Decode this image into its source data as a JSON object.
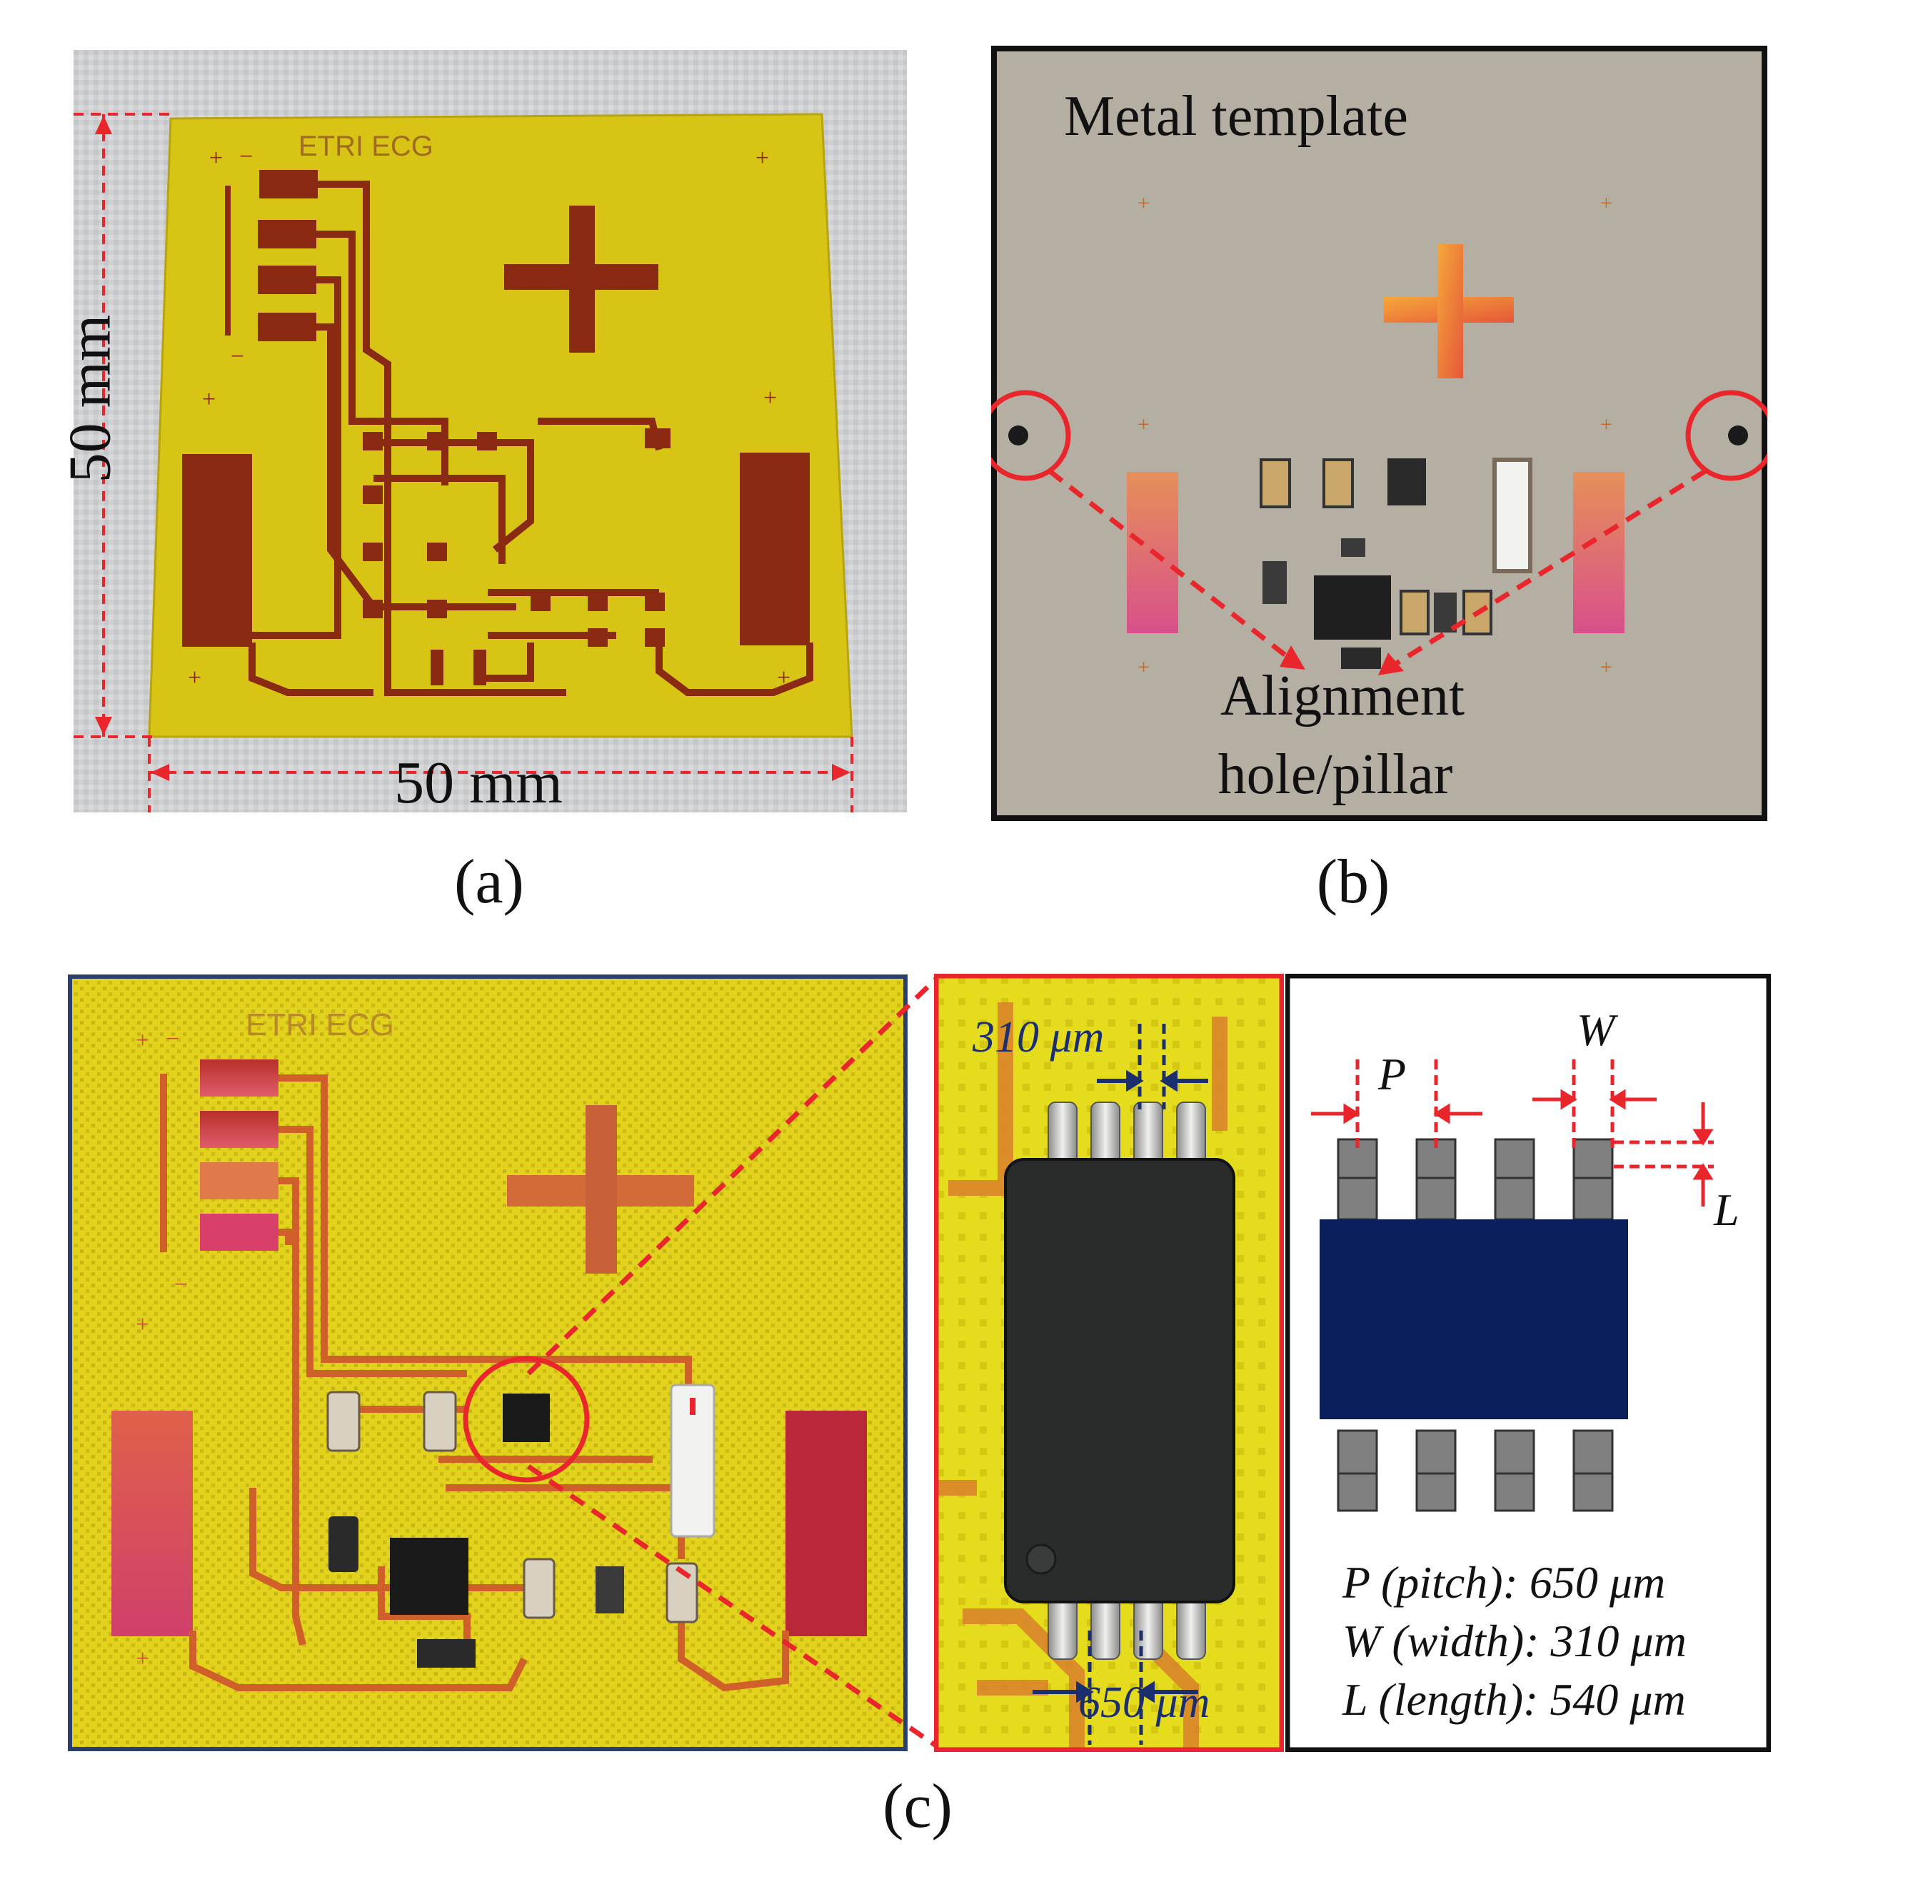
{
  "panel_a": {
    "board_label": "ETRI ECG",
    "dim_vertical": "50 mm",
    "dim_horizontal": "50 mm",
    "caption": "(a)"
  },
  "panel_b": {
    "title": "Metal template",
    "alignment_line1": "Alignment",
    "alignment_line2": "hole/pillar",
    "caption": "(b)"
  },
  "panel_c": {
    "board_label": "ETRI ECG",
    "zoom_width_label": "310 μm",
    "zoom_pitch_label": "650 μm",
    "diagram": {
      "p_label": "P",
      "w_label": "W",
      "l_label": "L",
      "pitch_text": "P (pitch): 650 μm",
      "width_text": "W (width): 310 μm",
      "length_text": "L (length): 540 μm"
    },
    "caption": "(c)"
  },
  "colors": {
    "annotation_red": "#e8262b",
    "dim_blue": "#1b2f6e",
    "chip_navy": "#0a1f5c",
    "pad_gray": "#808080",
    "board_yellow": "#d8c414",
    "trace_brown": "#8a2a12"
  }
}
